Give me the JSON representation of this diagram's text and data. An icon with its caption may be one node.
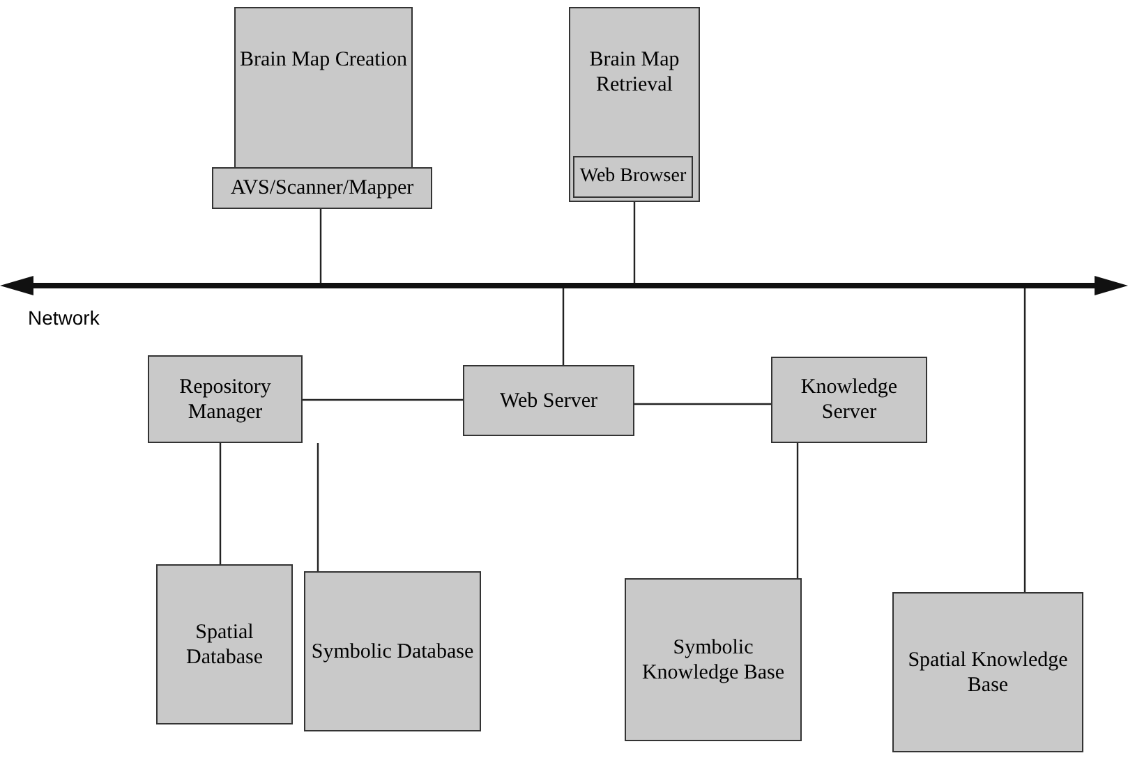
{
  "diagram": {
    "nodes": [
      {
        "text": [
          "Brain Map Creation"
        ]
      },
      {
        "text": [
          "AVS/Scanner/Mapper"
        ]
      },
      {
        "text": [
          "Brain Map Retrieval"
        ]
      },
      {
        "text": [
          "Web Browser"
        ],
        "in": 2
      },
      {
        "text": [],
        "shape": "bar",
        "beside": [
          "Network"
        ]
      },
      {
        "text": [
          "Repository Manager"
        ]
      },
      {
        "text": [
          "Web Server"
        ]
      },
      {
        "text": [
          "Knowledge Server"
        ]
      },
      {
        "text": [
          "Spatial Database"
        ]
      },
      {
        "text": [
          "Symbolic Database"
        ]
      },
      {
        "text": [
          "Symbolic Knowledge Base"
        ]
      },
      {
        "text": [
          "Spatial Knowledge Base"
        ]
      }
    ],
    "edges": [
      {
        "from": 1,
        "to": 4,
        "arrow": "none"
      },
      {
        "from": 3,
        "to": 4,
        "arrow": "none"
      },
      {
        "from": 6,
        "to": 4,
        "arrow": "none"
      },
      {
        "from": 11,
        "to": 4,
        "arrow": "none"
      },
      {
        "from": 5,
        "to": 6,
        "arrow": "none"
      },
      {
        "from": 6,
        "to": 7,
        "arrow": "none"
      },
      {
        "from": 5,
        "to": 8,
        "arrow": "none"
      },
      {
        "from": 5,
        "to": 9,
        "arrow": "none"
      },
      {
        "from": 7,
        "to": 10,
        "arrow": "none"
      }
    ]
  }
}
